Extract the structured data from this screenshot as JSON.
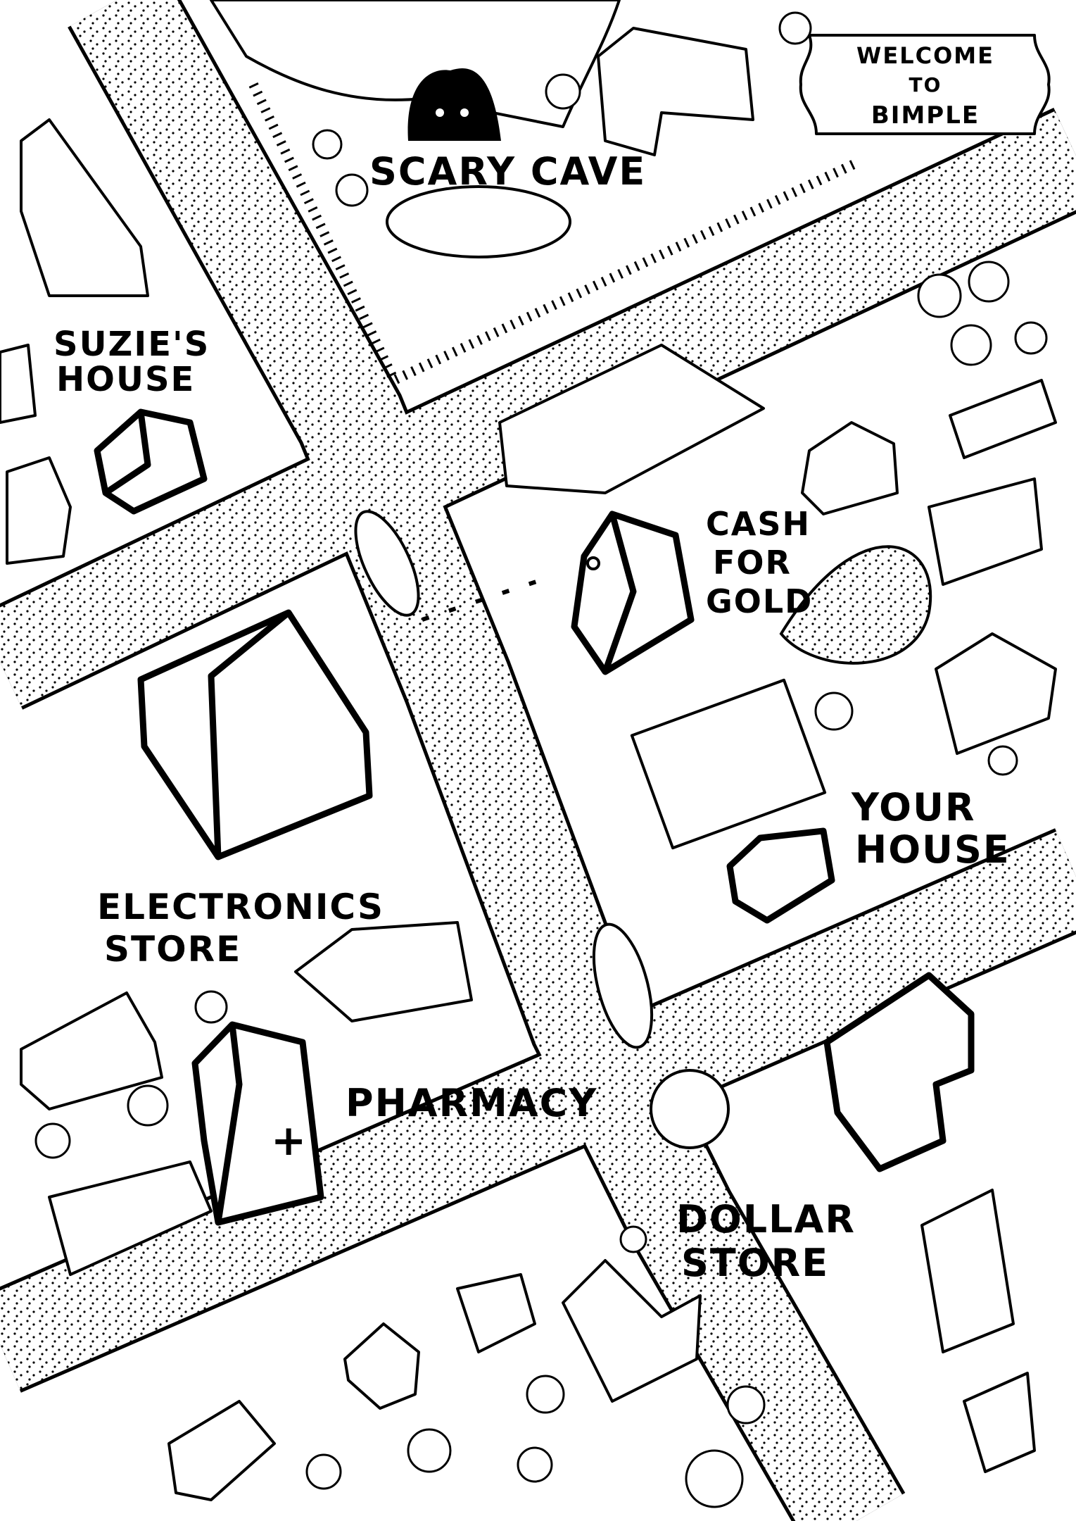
{
  "map": {
    "sign": {
      "line1": "WELCOME",
      "line2": "TO",
      "line3": "BIMPLE"
    },
    "places": {
      "scary_cave": "SCARY CAVE",
      "suzies_house": [
        "SUZIE'S",
        "HOUSE"
      ],
      "cash_for_gold": [
        "CASH",
        "FOR",
        "GOLD"
      ],
      "your_house": [
        "YOUR",
        "HOUSE"
      ],
      "electronics_store": [
        "ELECTRONICS",
        "STORE"
      ],
      "pharmacy": "PHARMACY",
      "dollar_store": [
        "DOLLAR",
        "STORE"
      ]
    },
    "colors": {
      "ink": "#000000",
      "paper": "#ffffff"
    }
  }
}
